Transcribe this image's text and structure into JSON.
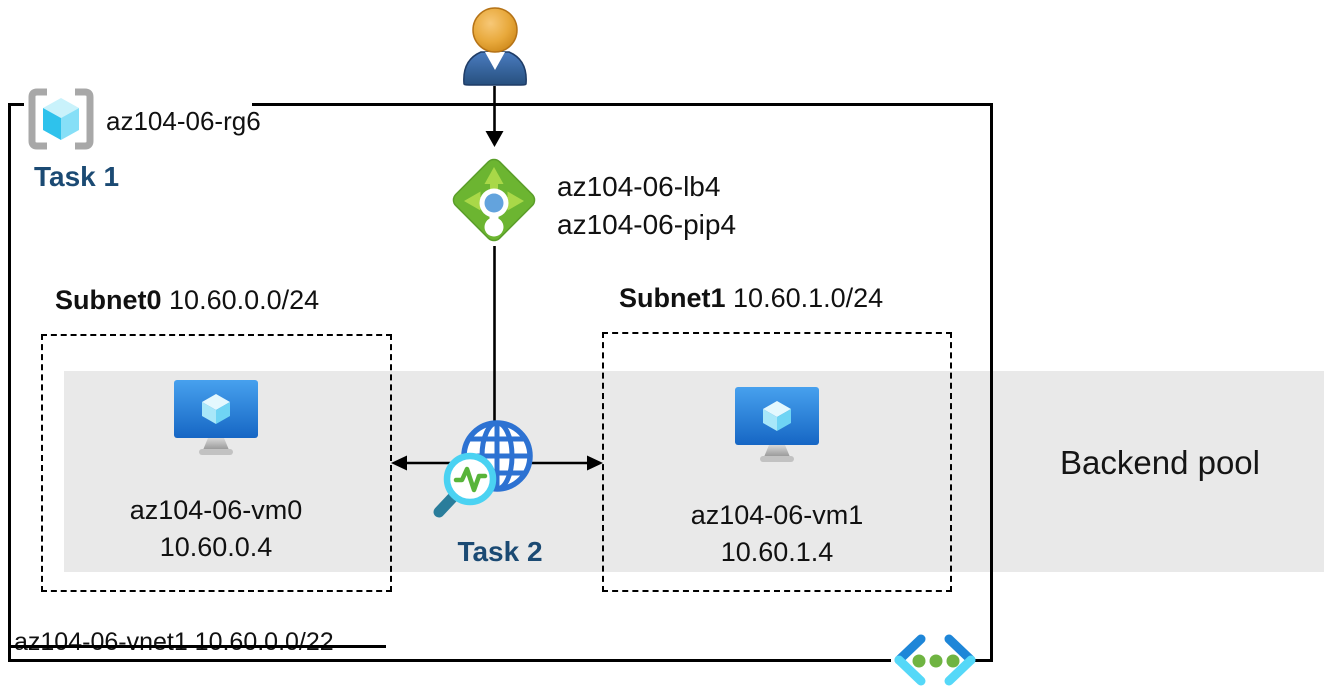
{
  "diagram": {
    "resource_group": {
      "name": "az104-06-rg6",
      "task": "Task 1"
    },
    "load_balancer": {
      "name": "az104-06-lb4",
      "public_ip": "az104-06-pip4"
    },
    "subnets": [
      {
        "name": "Subnet0",
        "cidr": "10.60.0.0/24",
        "vm_name": "az104-06-vm0",
        "vm_ip": "10.60.0.4"
      },
      {
        "name": "Subnet1",
        "cidr": "10.60.1.0/24",
        "vm_name": "az104-06-vm1",
        "vm_ip": "10.60.1.4"
      }
    ],
    "task2": "Task 2",
    "backend_pool": "Backend pool",
    "vnet": "az104-06-vnet1 10.60.0.0/22",
    "colors": {
      "task_text": "#1b4a73",
      "lb_green": "#6cb531",
      "lb_arrow_green": "#a9d848",
      "band_gray": "#e9e9e9",
      "vm_blue": "#1d71d1",
      "globe_blue": "#2d72d2",
      "magnifier_cyan": "#4ad2f2",
      "vnet_icon_blue": "#1e86d8",
      "vnet_icon_cyan": "#55d8f8",
      "vnet_icon_green": "#6fb442"
    }
  }
}
